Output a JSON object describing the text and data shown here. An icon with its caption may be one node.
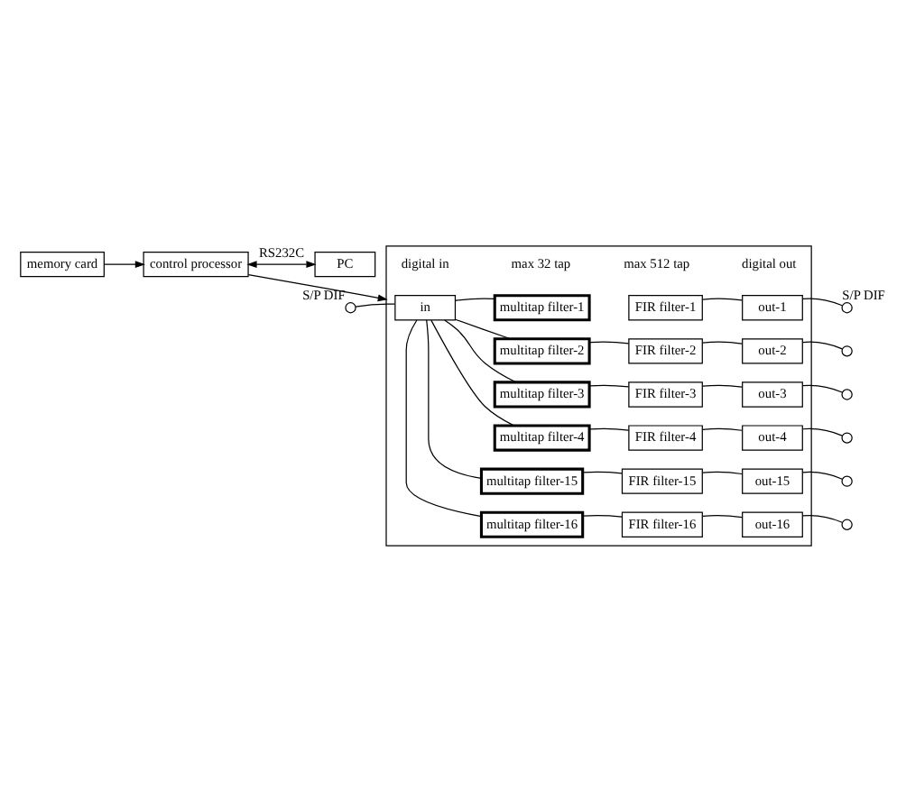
{
  "diagram": {
    "nodes": [
      {
        "text": [
          "memory card"
        ]
      },
      {
        "text": [
          "control processor"
        ]
      },
      {
        "text": [
          "PC"
        ]
      },
      {
        "text": [],
        "shape": "box"
      },
      {
        "text": [],
        "shape": "circle",
        "beside": [
          "S/P DIF"
        ]
      },
      {
        "text": [
          "in"
        ],
        "in": 3
      },
      {
        "text": [
          "multitap filter-1"
        ],
        "in": 3
      },
      {
        "text": [
          "FIR filter-1"
        ],
        "in": 3
      },
      {
        "text": [
          "out-1"
        ],
        "in": 3
      },
      {
        "text": [],
        "shape": "circle",
        "beside": [
          "S/P DIF"
        ]
      },
      {
        "text": [
          "multitap filter-2"
        ],
        "in": 3
      },
      {
        "text": [
          "FIR filter-2"
        ],
        "in": 3
      },
      {
        "text": [
          "out-2"
        ],
        "in": 3
      },
      {
        "text": [],
        "shape": "circle"
      },
      {
        "text": [
          "multitap filter-3"
        ],
        "in": 3
      },
      {
        "text": [
          "FIR filter-3"
        ],
        "in": 3
      },
      {
        "text": [
          "out-3"
        ],
        "in": 3
      },
      {
        "text": [],
        "shape": "circle"
      },
      {
        "text": [
          "multitap filter-4"
        ],
        "in": 3
      },
      {
        "text": [
          "FIR filter-4"
        ],
        "in": 3
      },
      {
        "text": [
          "out-4"
        ],
        "in": 3
      },
      {
        "text": [],
        "shape": "circle"
      },
      {
        "text": [
          "multitap filter-15"
        ],
        "in": 3
      },
      {
        "text": [
          "FIR filter-15"
        ],
        "in": 3
      },
      {
        "text": [
          "out-15"
        ],
        "in": 3
      },
      {
        "text": [],
        "shape": "circle"
      },
      {
        "text": [
          "multitap filter-16"
        ],
        "in": 3
      },
      {
        "text": [
          "FIR filter-16"
        ],
        "in": 3
      },
      {
        "text": [
          "out-16"
        ],
        "in": 3
      },
      {
        "text": [],
        "shape": "circle"
      }
    ],
    "edges": [
      {
        "from": 0,
        "to": 1,
        "arrow": "to"
      },
      {
        "from": 1,
        "to": 2,
        "arrow": "both",
        "label": "RS232C"
      },
      {
        "from": 1,
        "to": 3,
        "arrow": "to"
      },
      {
        "from": 4,
        "to": 5,
        "arrow": "none"
      },
      {
        "from": 5,
        "to": 6,
        "arrow": "none"
      },
      {
        "from": 5,
        "to": 10,
        "arrow": "none"
      },
      {
        "from": 5,
        "to": 14,
        "arrow": "none"
      },
      {
        "from": 5,
        "to": 18,
        "arrow": "none"
      },
      {
        "from": 5,
        "to": 22,
        "arrow": "none"
      },
      {
        "from": 5,
        "to": 26,
        "arrow": "none"
      },
      {
        "from": 7,
        "to": 8,
        "arrow": "none"
      },
      {
        "from": 8,
        "to": 9,
        "arrow": "none"
      },
      {
        "from": 10,
        "to": 11,
        "arrow": "none"
      },
      {
        "from": 11,
        "to": 12,
        "arrow": "none"
      },
      {
        "from": 12,
        "to": 13,
        "arrow": "none"
      },
      {
        "from": 14,
        "to": 15,
        "arrow": "none"
      },
      {
        "from": 15,
        "to": 16,
        "arrow": "none"
      },
      {
        "from": 16,
        "to": 17,
        "arrow": "none"
      },
      {
        "from": 18,
        "to": 19,
        "arrow": "none"
      },
      {
        "from": 19,
        "to": 20,
        "arrow": "none"
      },
      {
        "from": 20,
        "to": 21,
        "arrow": "none"
      },
      {
        "from": 22,
        "to": 23,
        "arrow": "none"
      },
      {
        "from": 23,
        "to": 24,
        "arrow": "none"
      },
      {
        "from": 24,
        "to": 25,
        "arrow": "none"
      },
      {
        "from": 26,
        "to": 27,
        "arrow": "none"
      },
      {
        "from": 27,
        "to": 28,
        "arrow": "none"
      },
      {
        "from": 28,
        "to": 29,
        "arrow": "none"
      }
    ],
    "labels": [
      "digital in",
      "max 32 tap",
      "max 512 tap",
      "digital out"
    ]
  }
}
